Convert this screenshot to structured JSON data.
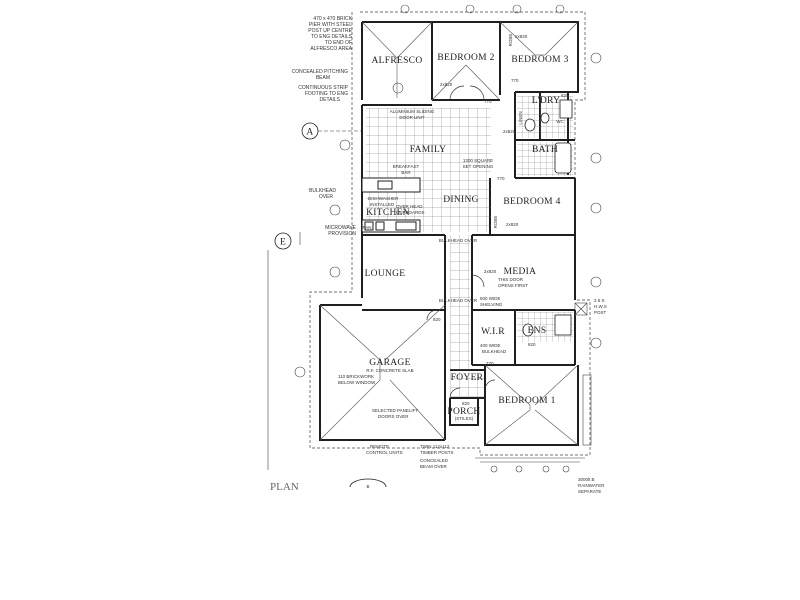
{
  "rooms": {
    "alfresco": "ALFRESCO",
    "bedroom2": "BEDROOM 2",
    "bedroom3": "BEDROOM 3",
    "family": "FAMILY",
    "kitchen": "KITCHEN",
    "dining": "DINING",
    "bedroom4": "BEDROOM 4",
    "lounge": "LOUNGE",
    "media": "MEDIA",
    "garage": "GARAGE",
    "wir": "W.I.R",
    "ens": "ENS",
    "foyer": "FOYER",
    "porch": "PORCH",
    "bedroom1": "BEDROOM 1",
    "ldry": "L'DRY",
    "bath": "BATH",
    "wc": "WC",
    "linen": "LINEN",
    "robe": "ROBE",
    "pan": "PAN"
  },
  "notes": {
    "pier1": "470 x 470 BRICK",
    "pier2": "PIER WITH STEEL",
    "pier3": "POST UP CENTRE",
    "pier4": "TO ENG DETAILS",
    "pier5": "TO END OF",
    "pier6": "ALFRESCO AREA",
    "beam1": "CONCEALED PITCHING",
    "beam2": "BEAM",
    "strip1": "CONTINUOUS STRIP",
    "strip2": "FOOTING TO ENG",
    "strip3": "DETAILS",
    "slide1": "ALUMINIUM SLIDING",
    "slide2": "DOOR UNIT",
    "tiles1": "1300 SQUARE",
    "tiles2": "SET OPENING",
    "breakfast1": "BREAKFAST",
    "breakfast2": "BAR",
    "bulkhead1": "BULKHEAD",
    "bulkhead2": "OVER",
    "dish1": "DISHWASHER",
    "dish2": "INSTALLED",
    "overhead1": "OVER HEAD",
    "overhead2": "CUPBOARDS",
    "micro1": "MICROWAVE",
    "micro2": "PROVISION",
    "bulkover": "BULKHEAD OVER",
    "thisdoor1": "THIS DOOR",
    "thisdoor2": "OPENS FIRST",
    "shelving1": "500 WIDE",
    "shelving2": "SHELVING",
    "wirbulk1": "400 WIDE",
    "wirbulk2": "BULKHEAD",
    "slab": "R.F. CONCRETE SLAB",
    "brick1": "110 BRICKWORK",
    "brick2": "BELOW WINDOW",
    "panelift1": "SELECTED PANELIFT",
    "panelift2": "DOORS OVER",
    "remote1": "REMOTE",
    "remote2": "CONTROL UNITS",
    "twin1": "TWIN 112x112",
    "twin2": "TIMBER POSTS",
    "conc1": "CONCEALED",
    "conc2": "BEAM OVER",
    "porchtiles": "(STILES)",
    "d2x820a": "2x820",
    "d2x820b": "2x820",
    "d2x820c": "2x820",
    "d2x820d": "2x820",
    "d2x820e": "2x820",
    "d770a": "770",
    "d770b": "770",
    "d770c": "770",
    "d770d": "770",
    "d820a": "820",
    "d820b": "820",
    "d820c": "820",
    "d820d": "820",
    "rightnote1": "2.5 S",
    "rightnote2": "H.W.S",
    "rightnote3": "POST",
    "bottomnote1": "3000lt B",
    "bottomnote2": "RAINWATER",
    "bottomnote3": "SEPARATE"
  },
  "title": "PLAN",
  "markers": {
    "a": "A",
    "e": "E",
    "bottom": "B"
  },
  "colors": {
    "line": "#1f1f1f",
    "grid": "#6b6b6b",
    "paper": "#ffffff"
  }
}
